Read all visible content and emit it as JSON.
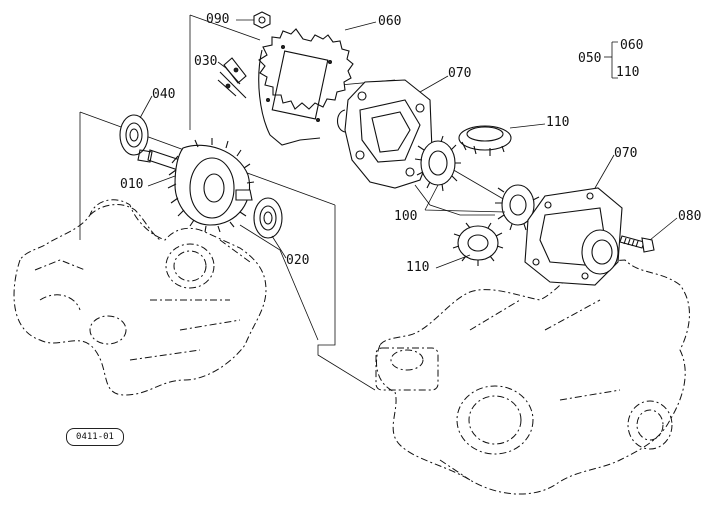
{
  "callouts": {
    "c090": "090",
    "c060": "060",
    "c030": "030",
    "c060b": "060",
    "c050": "050",
    "c110_group": "110",
    "c040": "040",
    "c070_top": "070",
    "c110_top": "110",
    "c010": "010",
    "c070_right": "070",
    "c100": "100",
    "c080": "080",
    "c020": "020",
    "c110_bottom": "110"
  },
  "reference_tag": "0411-01",
  "icons": {
    "housing_left": "transmission-case-left-icon",
    "housing_right": "transmission-case-right-icon",
    "sprocket": "large-sprocket-gear-icon",
    "bevel_gear": "bevel-gear-icon"
  }
}
